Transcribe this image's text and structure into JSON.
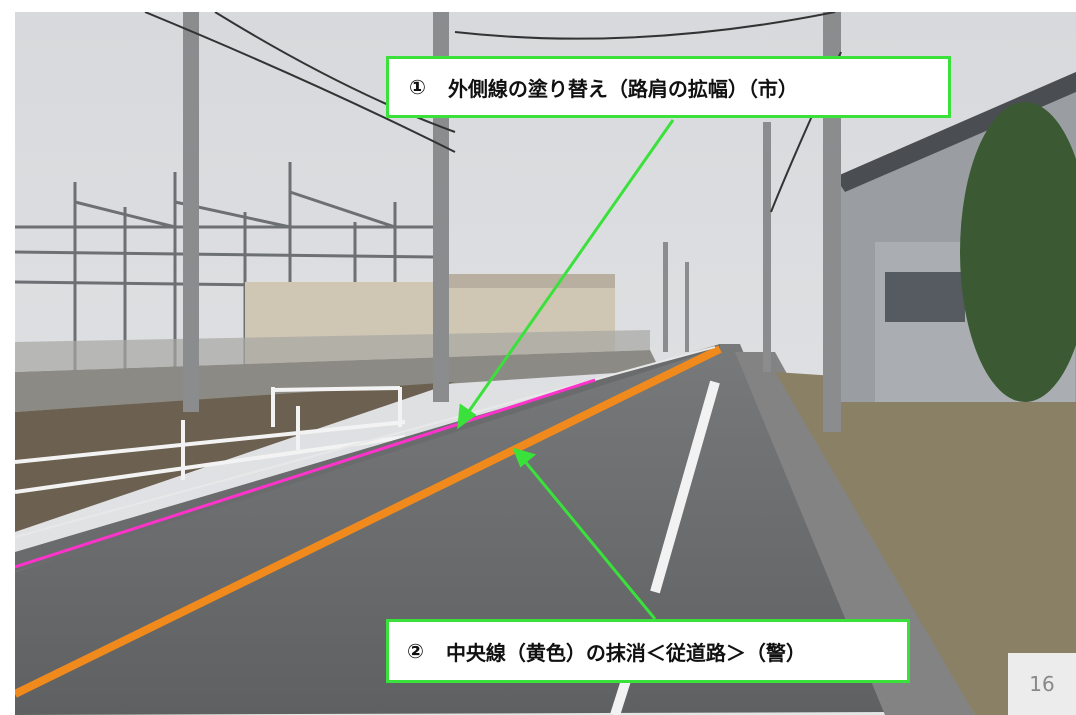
{
  "callouts": [
    {
      "number": "①",
      "text": "外側線の塗り替え（路肩の拡幅）（市）"
    },
    {
      "number": "②",
      "text": "中央線（黄色）の抹消＜従道路＞（警）"
    }
  ],
  "page_number": "16",
  "colors": {
    "callout_border": "#3be13b",
    "arrow": "#3be13b",
    "outer_line_marker": "#ff33cc",
    "center_line": "#f08a1c"
  }
}
